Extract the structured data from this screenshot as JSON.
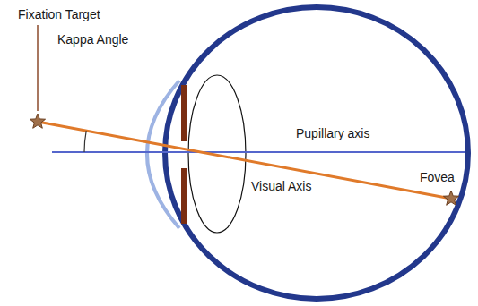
{
  "diagram": {
    "labels": [
      "Fixation Target",
      "Kappa Angle",
      "Pupillary axis",
      "Visual Axis",
      "Fovea"
    ]
  }
}
